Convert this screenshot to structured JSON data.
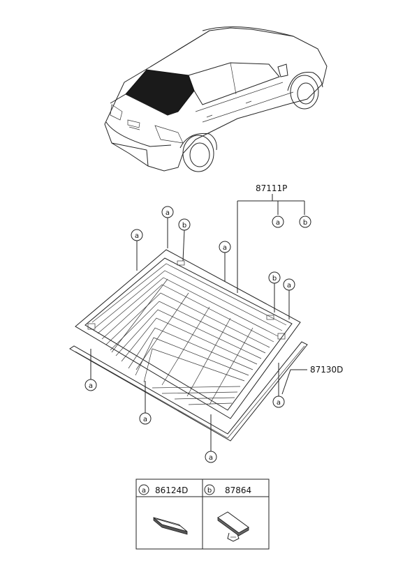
{
  "callouts": [
    {
      "id": "a",
      "label": "a"
    },
    {
      "id": "b",
      "label": "b"
    }
  ],
  "part_numbers": {
    "glass_assembly": "87111P",
    "molding": "87130D"
  },
  "legend": [
    {
      "key": "a",
      "part_number": "86124D"
    },
    {
      "key": "b",
      "part_number": "87864"
    }
  ],
  "icons": [
    "car-outline-icon",
    "rear-glass-icon",
    "molding-icon",
    "clip-icon",
    "fastener-icon"
  ]
}
